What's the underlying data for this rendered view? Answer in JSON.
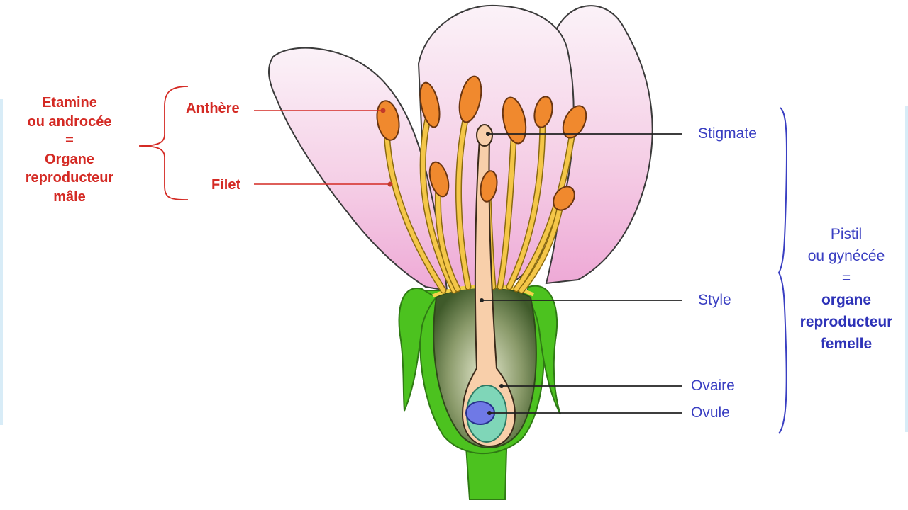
{
  "labels": {
    "anthere": "Anthère",
    "filet": "Filet",
    "stigmate": "Stigmate",
    "style": "Style",
    "ovaire": "Ovaire",
    "ovule": "Ovule"
  },
  "male_group": {
    "line1": "Etamine",
    "line2": "ou androcée",
    "line3": "=",
    "line4": "Organe",
    "line5": "reproducteur",
    "line6": "mâle"
  },
  "female_group": {
    "line1": "Pistil",
    "line2": "ou gynécée",
    "line3": "=",
    "line4": "organe",
    "line5": "reproducteur",
    "line6": "femelle"
  },
  "colors": {
    "male_label": "#d42a24",
    "female_label": "#3a3fc2",
    "petal": "#f2bfe0",
    "sepal": "#4cc21f",
    "anther": "#f0892e",
    "filament": "#f4c648",
    "style": "#f8cfaa",
    "ovule": "#6f79e6",
    "ovule_ring": "#7fd6b8"
  }
}
